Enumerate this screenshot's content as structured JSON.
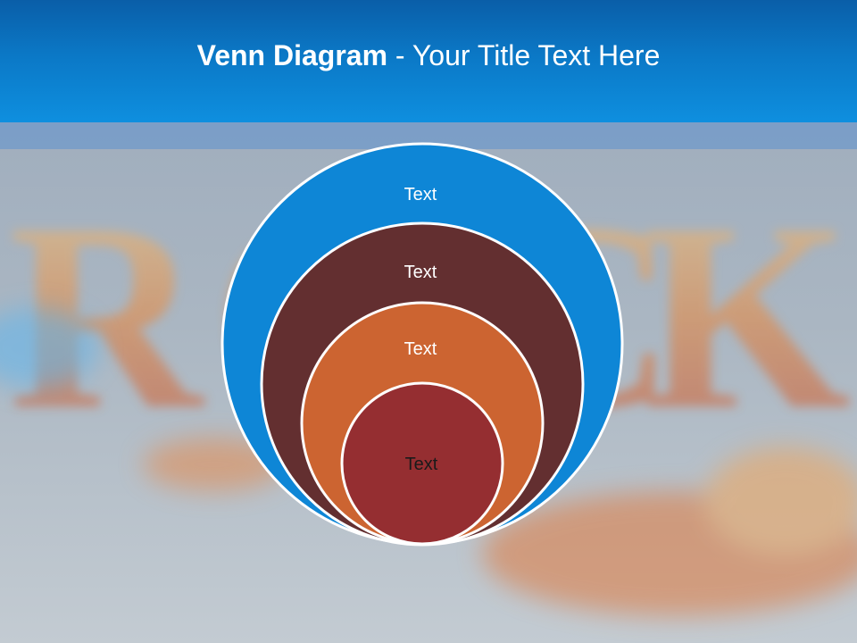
{
  "title": {
    "bold": "Venn Diagram",
    "rest": " - Your Title Text Here"
  },
  "circles": [
    {
      "label": "Text",
      "color": "#0e86d6"
    },
    {
      "label": "Text",
      "color": "#632f30"
    },
    {
      "label": "Text",
      "color": "#cc6431"
    },
    {
      "label": "Text",
      "color": "#952e31"
    }
  ],
  "background_art": "ROCK fire lettering"
}
